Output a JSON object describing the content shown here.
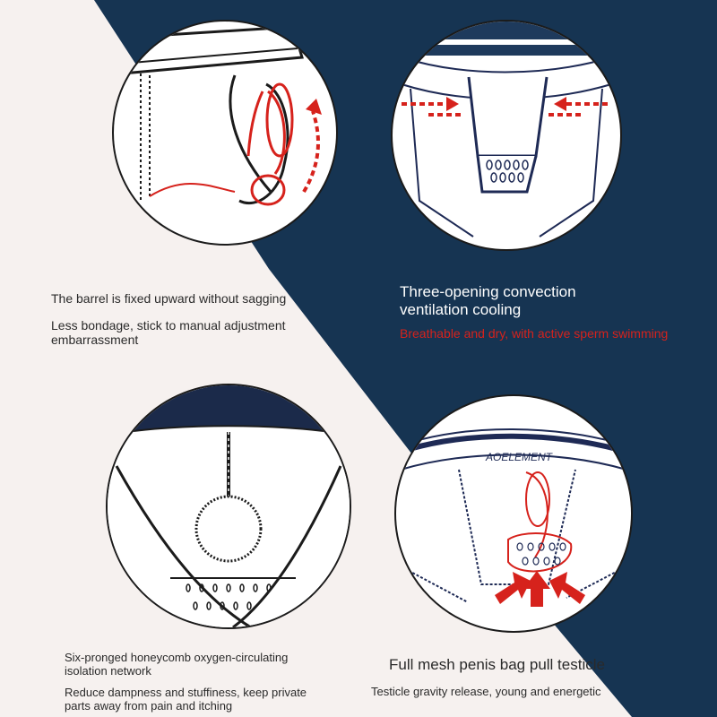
{
  "colors": {
    "navy": "#163452",
    "page": "#f6f1ef",
    "accent_red": "#d6221c",
    "line": "#1b1b1b"
  },
  "panels": {
    "top_left": {
      "illustration": "barrel-support-illustration",
      "title": "The barrel is fixed upward without sagging",
      "subtitle": "Less bondage, stick to manual adjustment embarrassment"
    },
    "top_right": {
      "illustration": "convection-ventilation-illustration",
      "title": "Three-opening convection ventilation cooling",
      "subtitle": "Breathable and dry, with active sperm swimming"
    },
    "bottom_left": {
      "illustration": "honeycomb-isolation-illustration",
      "title": "Six-pronged honeycomb oxygen-circulating isolation network",
      "subtitle": "Reduce dampness and stuffiness, keep private parts away from pain and itching"
    },
    "bottom_right": {
      "illustration": "mesh-pouch-illustration",
      "brand": "AOELEMENT",
      "title": "Full mesh penis bag pull testicle",
      "subtitle": "Testicle gravity release, young and energetic"
    }
  }
}
